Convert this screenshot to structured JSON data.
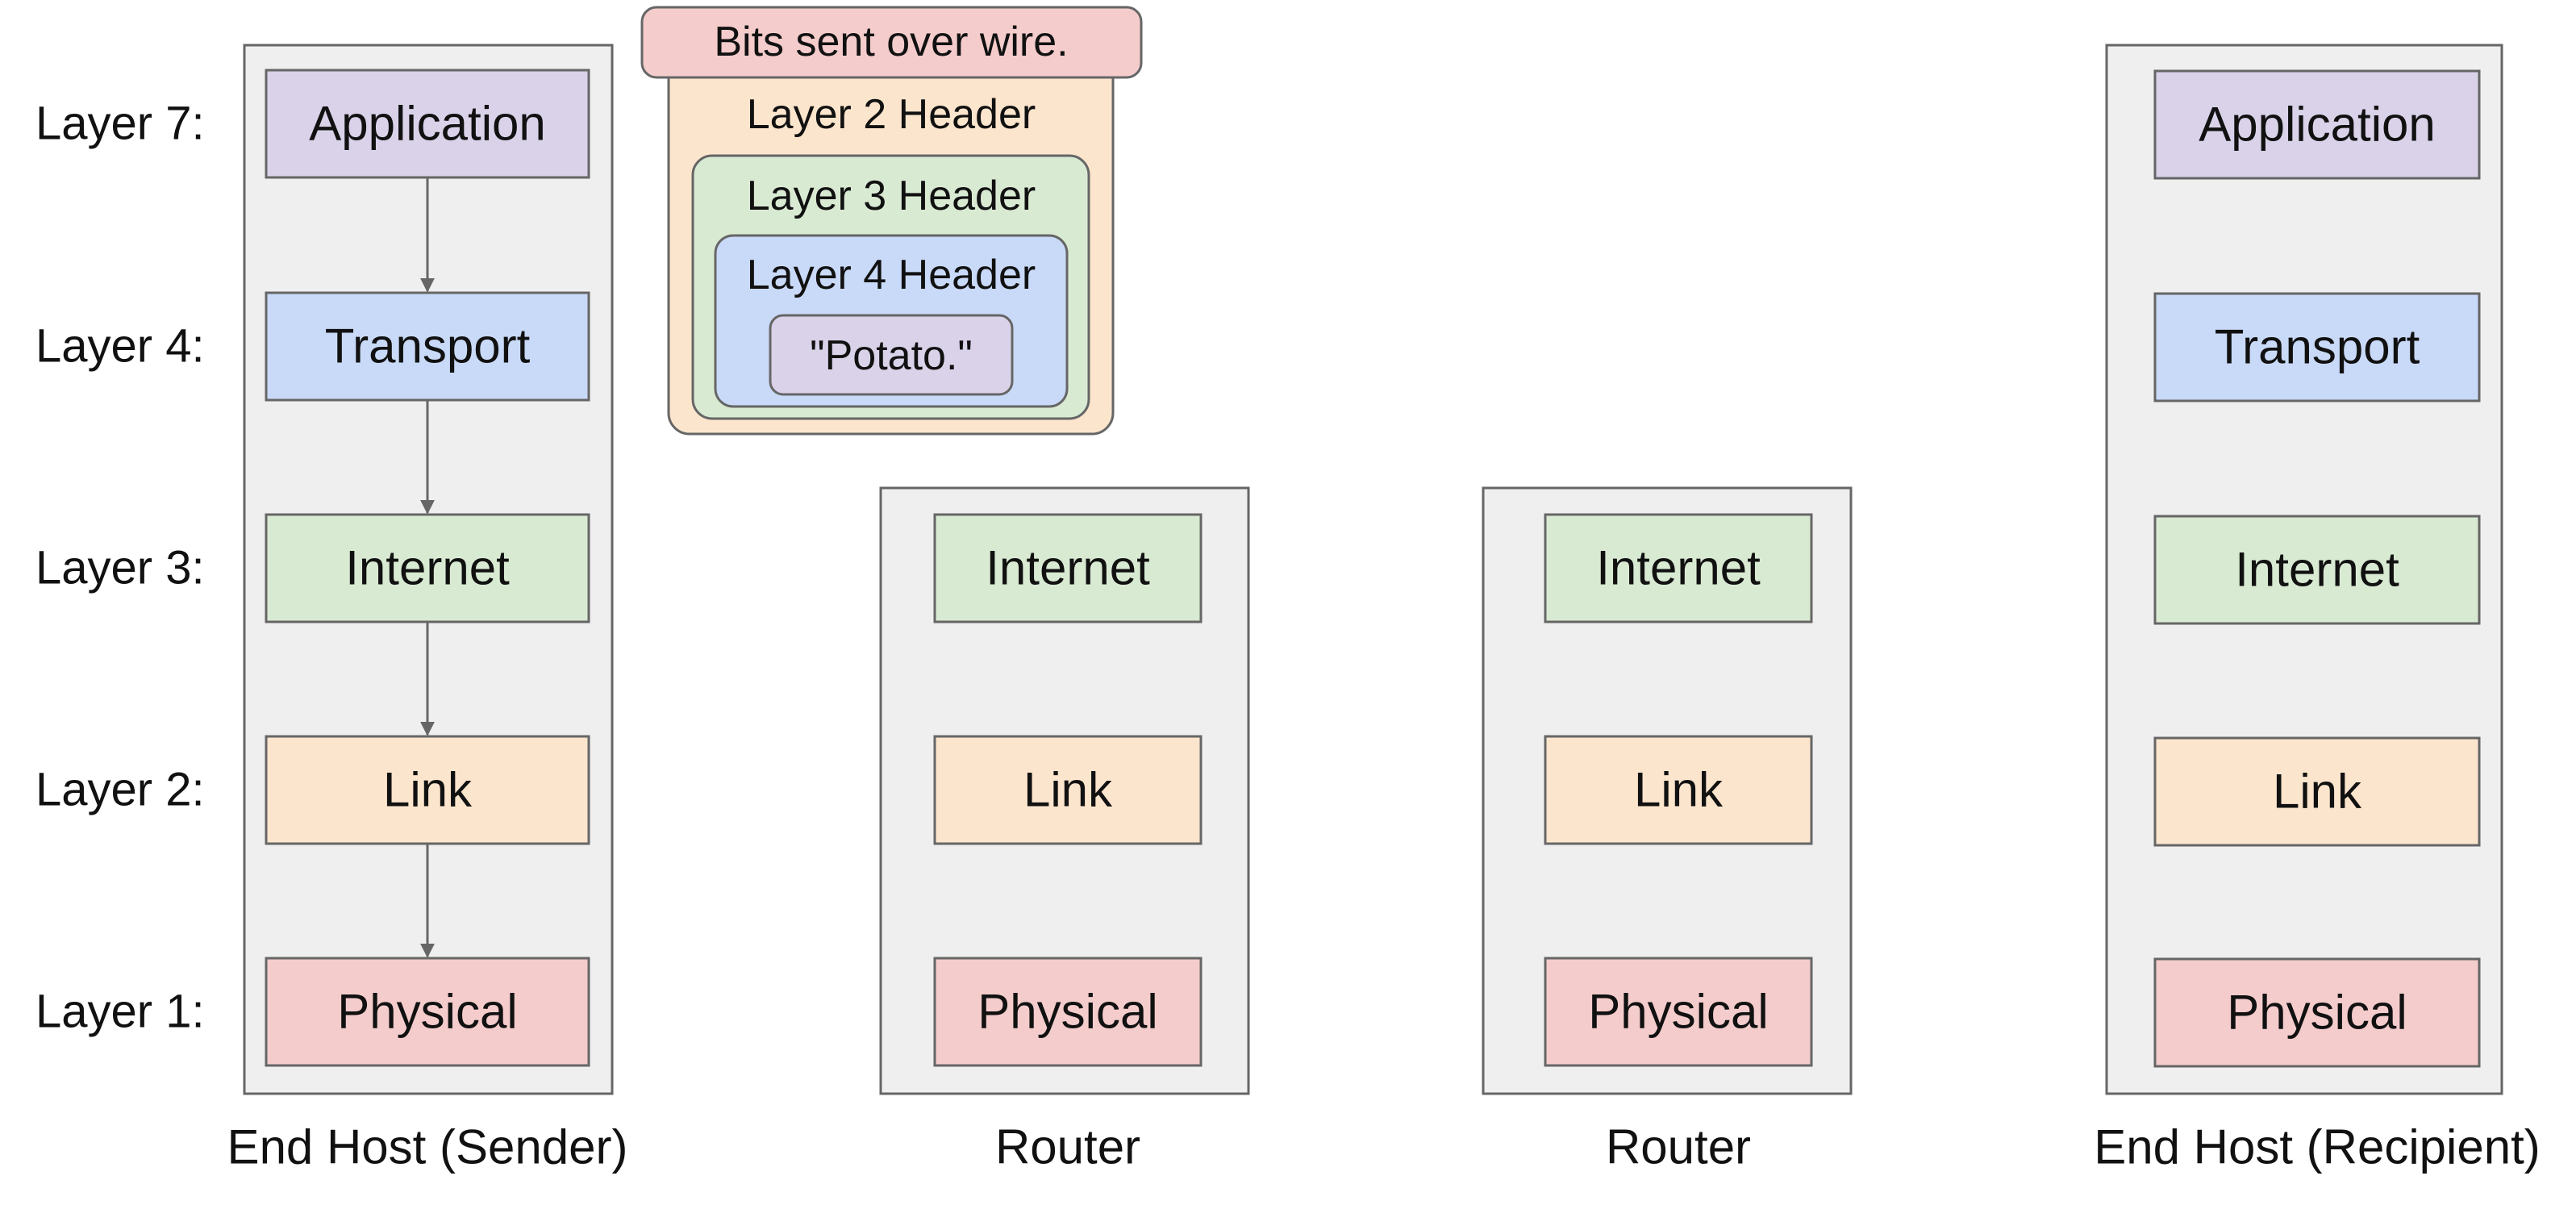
{
  "colors": {
    "application": "#d9d2e9",
    "transport": "#c9daf8",
    "internet": "#d9ead3",
    "link": "#fce5cd",
    "physical": "#f4cccc",
    "panel": "#efefef",
    "border": "#666666",
    "arrow": "#666666"
  },
  "layer_labels": [
    "Layer 7:",
    "Layer 4:",
    "Layer 3:",
    "Layer 2:",
    "Layer 1:"
  ],
  "stacks": [
    {
      "caption": "End Host (Sender)",
      "layers": [
        "Application",
        "Transport",
        "Internet",
        "Link",
        "Physical"
      ]
    },
    {
      "caption": "Router",
      "layers": [
        "Internet",
        "Link",
        "Physical"
      ]
    },
    {
      "caption": "Router",
      "layers": [
        "Internet",
        "Link",
        "Physical"
      ]
    },
    {
      "caption": "End Host (Recipient)",
      "layers": [
        "Application",
        "Transport",
        "Internet",
        "Link",
        "Physical"
      ]
    }
  ],
  "packet": {
    "wire": "Bits sent over wire.",
    "l2": "Layer 2 Header",
    "l3": "Layer 3 Header",
    "l4": "Layer 4 Header",
    "payload": "\"Potato.\""
  }
}
